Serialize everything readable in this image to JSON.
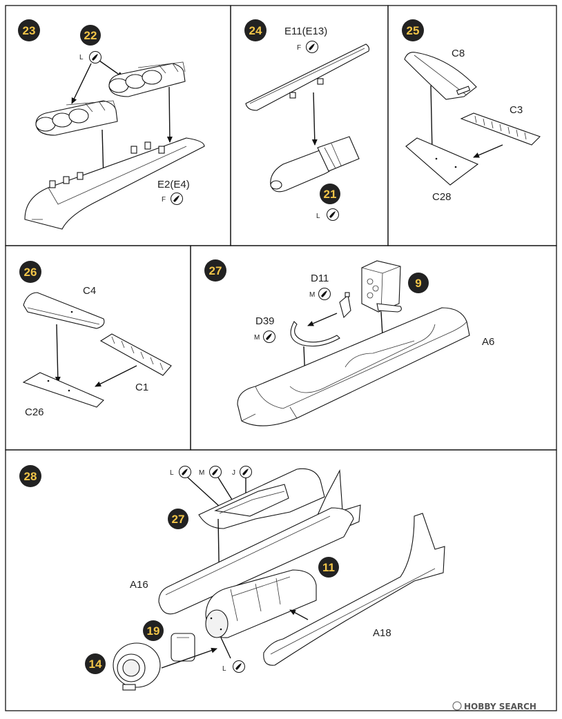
{
  "steps": [
    {
      "num": "23",
      "subassembly": "22",
      "subassembly_paint": "L",
      "part": "E2(E4)",
      "part_paint": "F"
    },
    {
      "num": "24",
      "part": "E11(E13)",
      "part_paint": "F",
      "subassembly": "21",
      "subassembly_paint": "L"
    },
    {
      "num": "25",
      "parts": [
        "C8",
        "C3",
        "C28"
      ]
    },
    {
      "num": "26",
      "parts": [
        "C4",
        "C1",
        "C26"
      ]
    },
    {
      "num": "27",
      "part_a": "D11",
      "part_a_paint": "M",
      "part_b": "D39",
      "part_b_paint": "M",
      "subassembly": "9",
      "part_c": "A6"
    },
    {
      "num": "28",
      "paints": [
        "L",
        "M",
        "J"
      ],
      "subassembly_a": "27",
      "subassembly_b": "11",
      "subassembly_c": "19",
      "subassembly_d": "14",
      "part_a": "A16",
      "part_b": "A18",
      "bottom_paint": "L"
    }
  ],
  "watermark": "HOBBY SEARCH",
  "colors": {
    "badge": "#222222",
    "badge_text": "#f2c548"
  }
}
